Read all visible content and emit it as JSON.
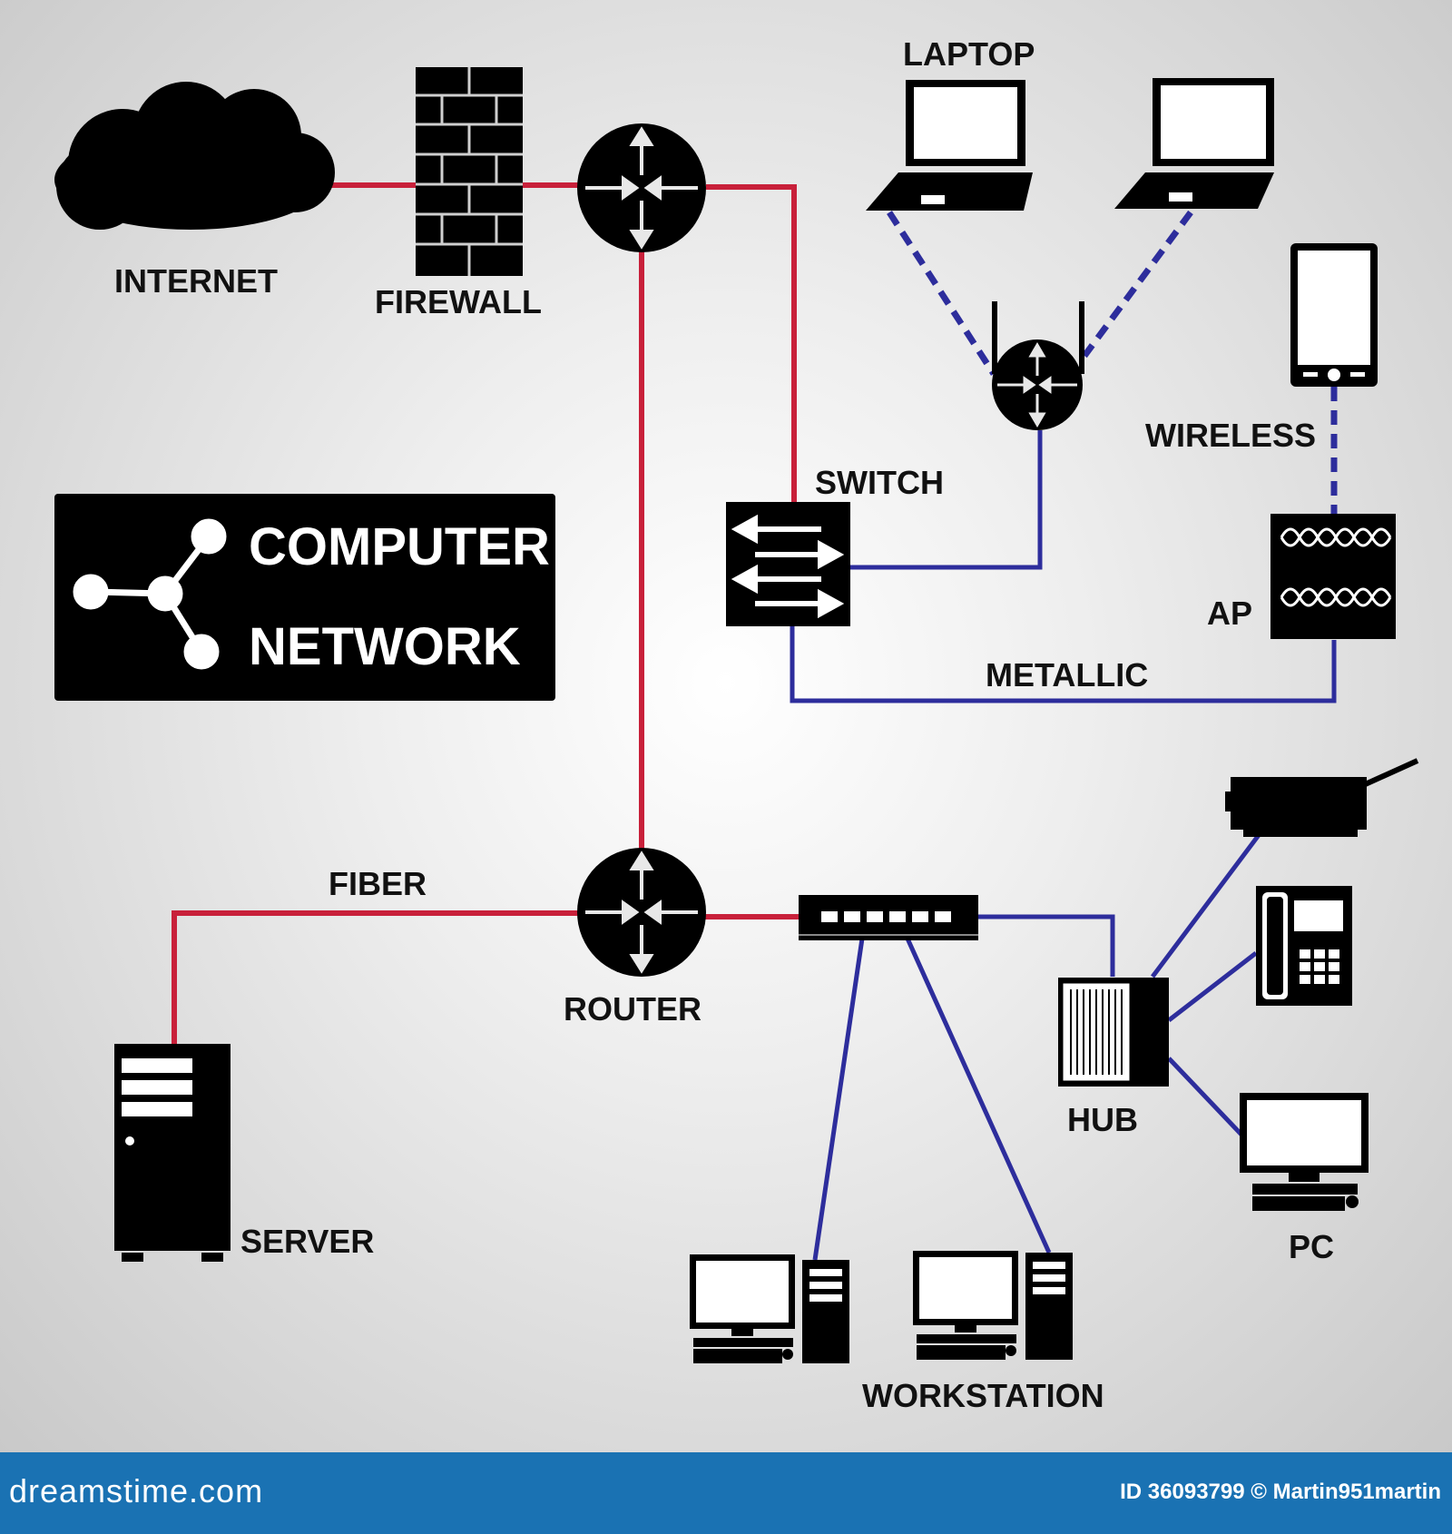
{
  "title": {
    "line1": "COMPUTER",
    "line2": "NETWORK"
  },
  "labels": {
    "internet": "INTERNET",
    "firewall": "FIREWALL",
    "laptop": "LAPTOP",
    "wireless": "WIRELESS",
    "switch": "SWITCH",
    "ap": "AP",
    "metallic": "METALLIC",
    "fiber": "FIBER",
    "router": "ROUTER",
    "server": "SERVER",
    "hub": "HUB",
    "pc": "PC",
    "workstation": "WORKSTATION"
  },
  "colors": {
    "fiber": "#c8203a",
    "metallic": "#2d2d9c",
    "device": "#000000",
    "footer": "#1a72b3"
  },
  "footer": {
    "site": "dreamstime.com",
    "credit": "ID 36093799 © Martin951martin"
  }
}
